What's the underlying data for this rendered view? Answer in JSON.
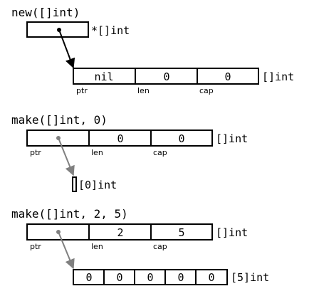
{
  "colors": {
    "stroke": "#000000",
    "pointer_dark": "#000000",
    "pointer_gray": "#808080",
    "text": "#000000"
  },
  "sections": {
    "new_slice": {
      "title": "new([]int)",
      "pointer_type": "*[]int",
      "header_type": "[]int",
      "values": {
        "ptr": "nil",
        "len": "0",
        "cap": "0"
      },
      "field_labels": {
        "ptr": "ptr",
        "len": "len",
        "cap": "cap"
      }
    },
    "make_empty": {
      "title": "make([]int, 0)",
      "header_type": "[]int",
      "values": {
        "ptr": "",
        "len": "0",
        "cap": "0"
      },
      "field_labels": {
        "ptr": "ptr",
        "len": "len",
        "cap": "cap"
      },
      "array_type": "[0]int"
    },
    "make_five": {
      "title": "make([]int, 2, 5)",
      "header_type": "[]int",
      "values": {
        "ptr": "",
        "len": "2",
        "cap": "5"
      },
      "field_labels": {
        "ptr": "ptr",
        "len": "len",
        "cap": "cap"
      },
      "array_type": "[5]int",
      "array_values": [
        "0",
        "0",
        "0",
        "0",
        "0"
      ]
    }
  }
}
